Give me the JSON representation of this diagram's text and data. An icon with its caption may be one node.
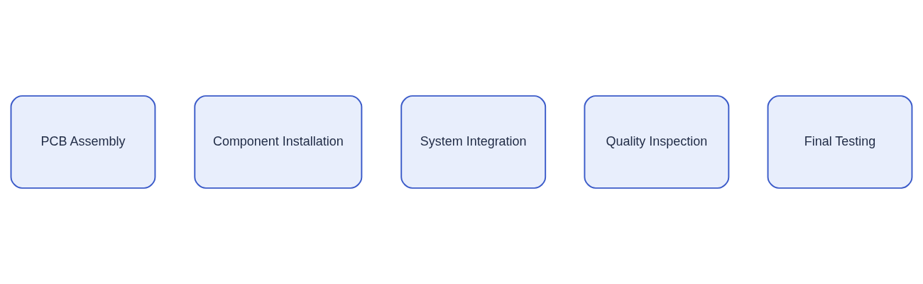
{
  "diagram": {
    "nodes": [
      {
        "text": [
          "PCB Assembly"
        ]
      },
      {
        "text": [
          "Component Installation"
        ]
      },
      {
        "text": [
          "System Integration"
        ]
      },
      {
        "text": [
          "Quality Inspection"
        ]
      },
      {
        "text": [
          "Final Testing"
        ]
      }
    ]
  }
}
